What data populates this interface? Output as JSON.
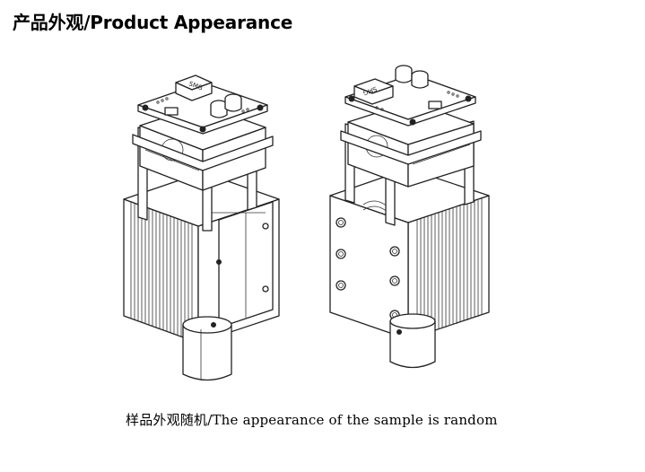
{
  "heading": "产品外观/Product Appearance",
  "caption": "样品外观随机/The appearance of the sample is random",
  "figures": {
    "left": {
      "chip_label": "SMG"
    },
    "right": {
      "chip_label": "SMG"
    }
  }
}
